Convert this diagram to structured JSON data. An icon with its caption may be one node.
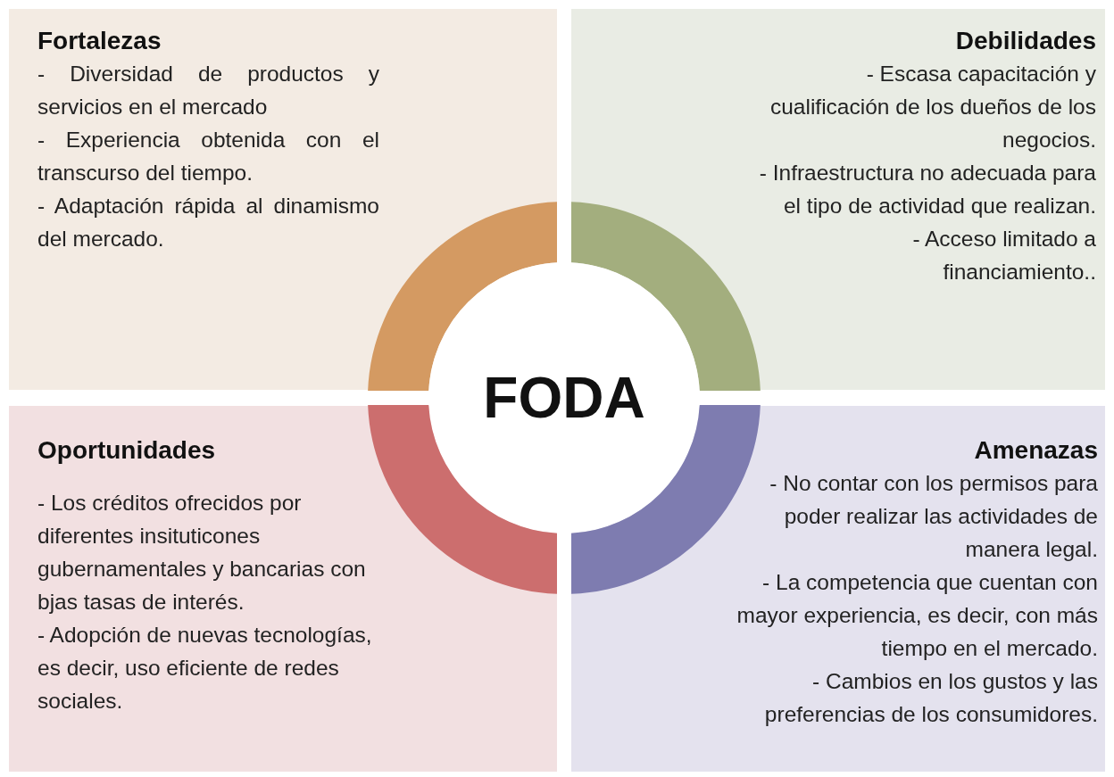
{
  "diagram": {
    "nodes": [
      {
        "text": [
          "Fortalezas",
          "- Diversidad de productos y servicios en el mercado",
          "- Experiencia obtenida con el transcurso del tiempo.",
          "- Adaptación rápida al dinamismo del mercado."
        ]
      },
      {
        "text": [
          "Debilidades",
          "- Escasa capacitación y cualificación de los dueños de los negocios.",
          "- Infraestructura no adecuada para el tipo de actividad que realizan.",
          "- Acceso limitado a financiamiento.."
        ]
      },
      {
        "text": [
          "FODA"
        ]
      },
      {
        "text": [
          "Oportunidades",
          "- Los créditos ofrecidos por diferentes insituticones gubernamentales y bancarias con bjas tasas de interés.",
          "- Adopción de nuevas tecnologías, es decir, uso eficiente de redes sociales."
        ]
      },
      {
        "text": [
          "Amenazas",
          "- No contar con los permisos para poder realizar las actividades de manera legal.",
          "- La competencia que cuentan con mayor experiencia, es decir, con más tiempo en el mercado.",
          "- Cambios en los gustos y las preferencias de los consumidores."
        ]
      }
    ]
  }
}
